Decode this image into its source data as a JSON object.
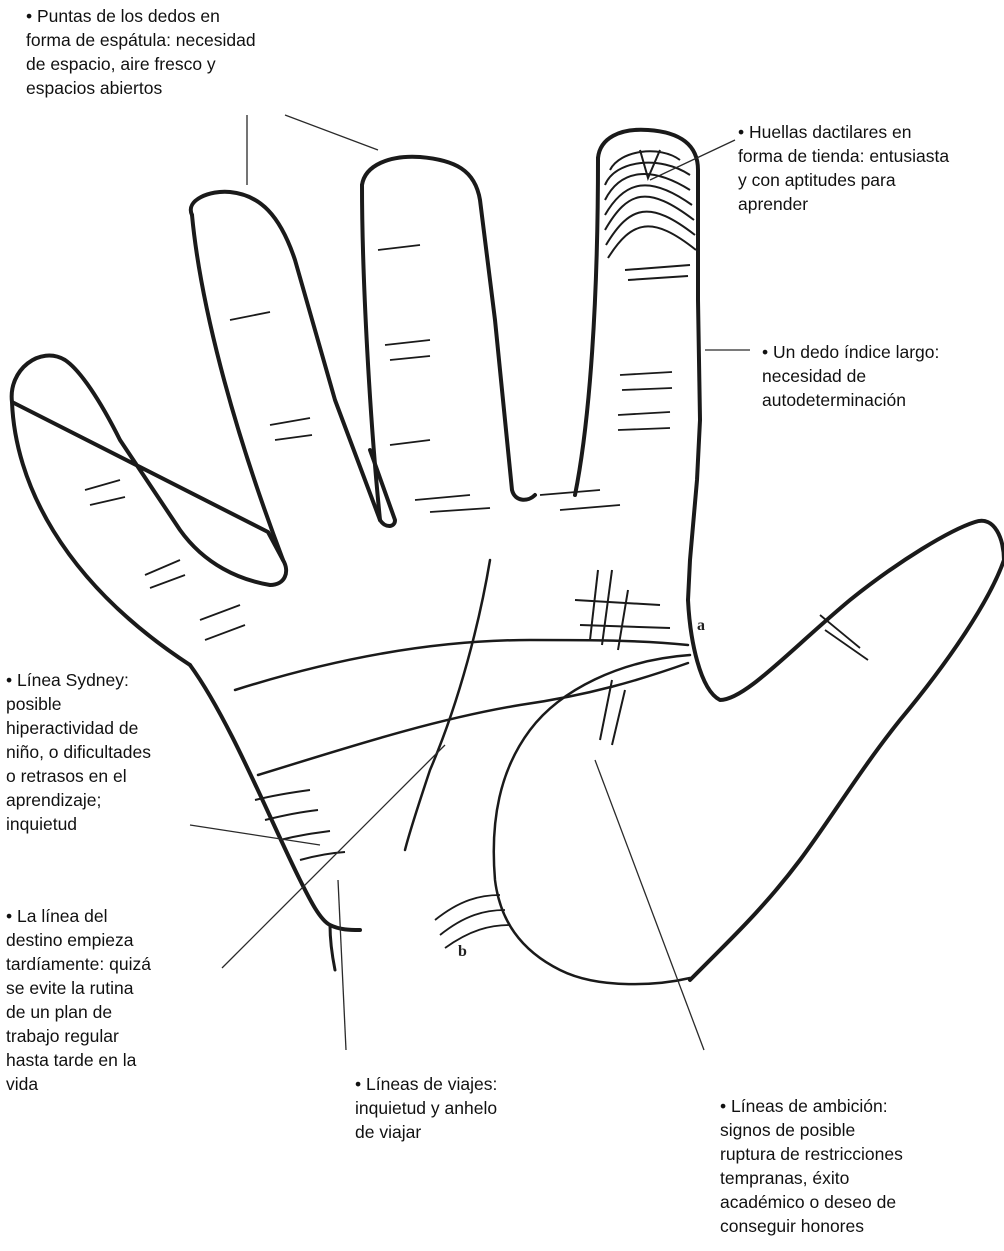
{
  "annotations": {
    "fingertips": [
      "• Puntas de los dedos en",
      "forma de espátula: necesidad",
      "de espacio, aire fresco y",
      "espacios abiertos"
    ],
    "fingerprints": [
      "• Huellas dactilares en",
      "forma de tienda: entusiasta",
      "y con aptitudes para",
      "aprender"
    ],
    "index_finger": [
      "• Un dedo índice largo:",
      "necesidad de",
      "autodeterminación"
    ],
    "sydney_line": [
      "• Línea Sydney:",
      "posible",
      "hiperactividad de",
      "niño, o dificultades",
      "o retrasos en el",
      "aprendizaje;",
      "inquietud"
    ],
    "fate_line": [
      "• La línea del",
      "destino empieza",
      "tardíamente: quizá",
      "se evite la rutina",
      "de un plan de",
      "trabajo regular",
      "hasta tarde en la",
      "vida"
    ],
    "travel_lines": [
      "• Líneas de viajes:",
      "inquietud y anhelo",
      "de viajar"
    ],
    "ambition_lines": [
      "• Líneas de ambición:",
      "signos de posible",
      "ruptura de restricciones",
      "tempranas, éxito",
      "académico o deseo de",
      "conseguir honores"
    ]
  },
  "markers": {
    "a": "a",
    "b": "b"
  }
}
